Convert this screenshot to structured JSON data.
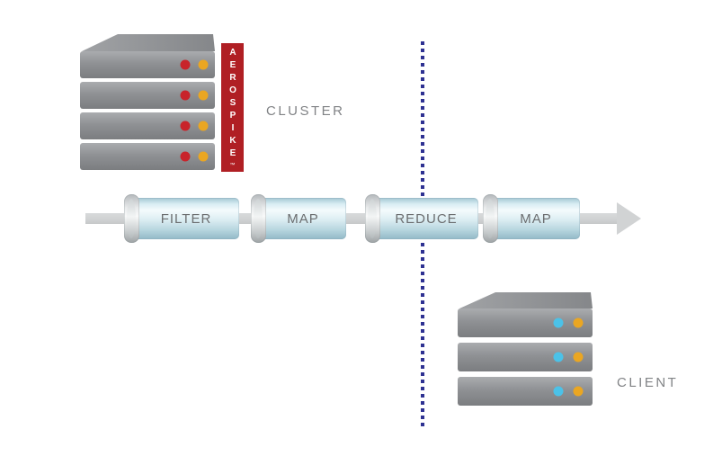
{
  "cluster": {
    "label": "CLUSTER",
    "banner": {
      "text": "AEROSPIKE",
      "trademark": "™"
    },
    "server_count": 4,
    "led_colors": {
      "left": "#c8242b",
      "right": "#eaa622"
    }
  },
  "client": {
    "label": "CLIENT",
    "server_count": 3,
    "led_colors": {
      "left": "#4bc2e8",
      "right": "#eaa622"
    }
  },
  "pipeline": {
    "flow_direction": "left-to-right",
    "stages": [
      {
        "label": "FILTER"
      },
      {
        "label": "MAP"
      },
      {
        "label": "REDUCE"
      },
      {
        "label": "MAP"
      }
    ]
  },
  "divider": {
    "style": "dotted",
    "color": "#2e3192"
  },
  "colors": {
    "banner_red": "#b01f24",
    "server_gray": "#8f9194",
    "pipe_blue": "#cfe7ef",
    "arrow_gray": "#d1d3d4",
    "label_gray": "#818386",
    "led_red": "#c8242b",
    "led_orange": "#eaa622",
    "led_cyan": "#4bc2e8"
  }
}
